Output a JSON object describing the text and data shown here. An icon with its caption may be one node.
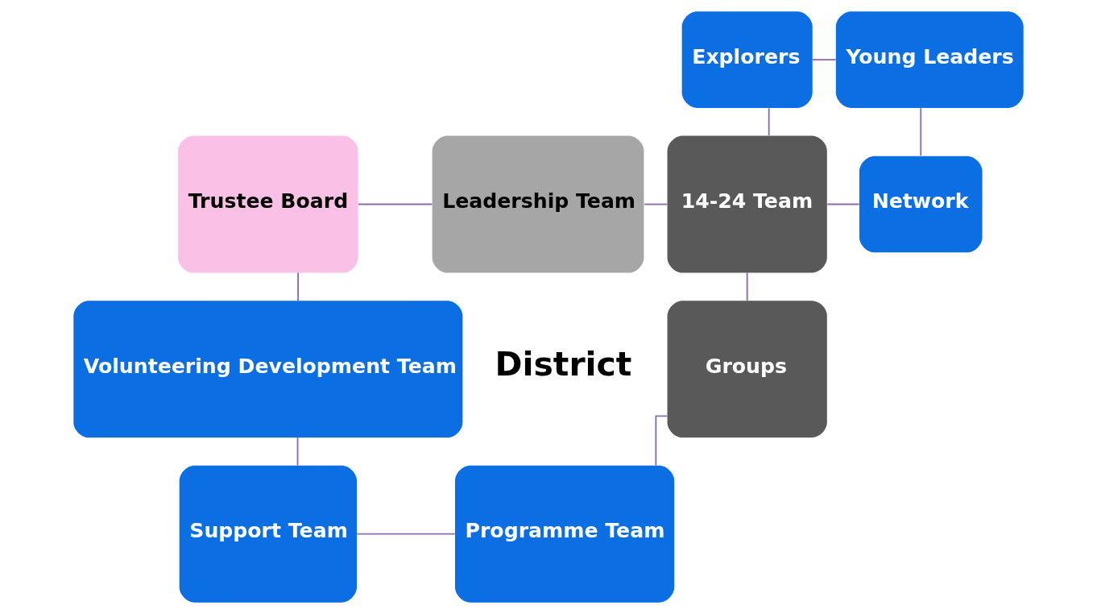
{
  "diagram": {
    "nodes": [
      {
        "text": [
          "Trustee Board"
        ]
      },
      {
        "text": [
          "Leadership Team"
        ]
      },
      {
        "text": [
          "14-24 Team"
        ]
      },
      {
        "text": [
          "Explorers"
        ]
      },
      {
        "text": [
          "Young Leaders"
        ]
      },
      {
        "text": [
          "Network"
        ]
      },
      {
        "text": [
          "Volunteering Development Team"
        ]
      },
      {
        "text": [
          "Groups"
        ]
      },
      {
        "text": [
          "Support Team"
        ]
      },
      {
        "text": [
          "Programme Team"
        ]
      }
    ],
    "edges": [
      {
        "from": 0,
        "to": 1,
        "arrow": "none"
      },
      {
        "from": 1,
        "to": 2,
        "arrow": "none"
      },
      {
        "from": 3,
        "to": 2,
        "arrow": "none"
      },
      {
        "from": 3,
        "to": 4,
        "arrow": "none"
      },
      {
        "from": 4,
        "to": 5,
        "arrow": "none"
      },
      {
        "from": 2,
        "to": 5,
        "arrow": "none"
      },
      {
        "from": 0,
        "to": 6,
        "arrow": "none"
      },
      {
        "from": 2,
        "to": 7,
        "arrow": "none"
      },
      {
        "from": 6,
        "to": 8,
        "arrow": "none"
      },
      {
        "from": 8,
        "to": 9,
        "arrow": "none"
      },
      {
        "from": 9,
        "to": 7,
        "arrow": "none"
      }
    ],
    "labels": [
      "District"
    ]
  }
}
